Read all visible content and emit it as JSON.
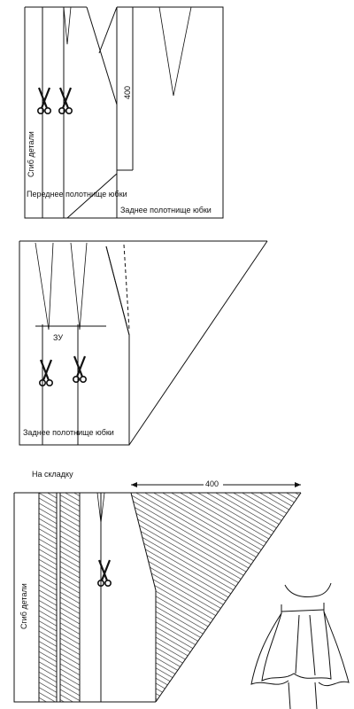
{
  "panel1": {
    "fold_label": "Сгиб детали",
    "front_label": "Переднее полотнище юбки",
    "back_label": "Заднее полотнище юбки",
    "dimension": "400"
  },
  "panel2": {
    "mark": "ЗУ",
    "back_label": "Заднее полотнище юбки"
  },
  "panel3": {
    "fold_note": "На складку",
    "dimension": "400",
    "fold_label": "Сгиб детали"
  },
  "icons": {
    "scissors": "scissors-icon",
    "figure": "skirt-figure-illustration"
  },
  "colors": {
    "line": "#111111",
    "background": "#ffffff"
  }
}
